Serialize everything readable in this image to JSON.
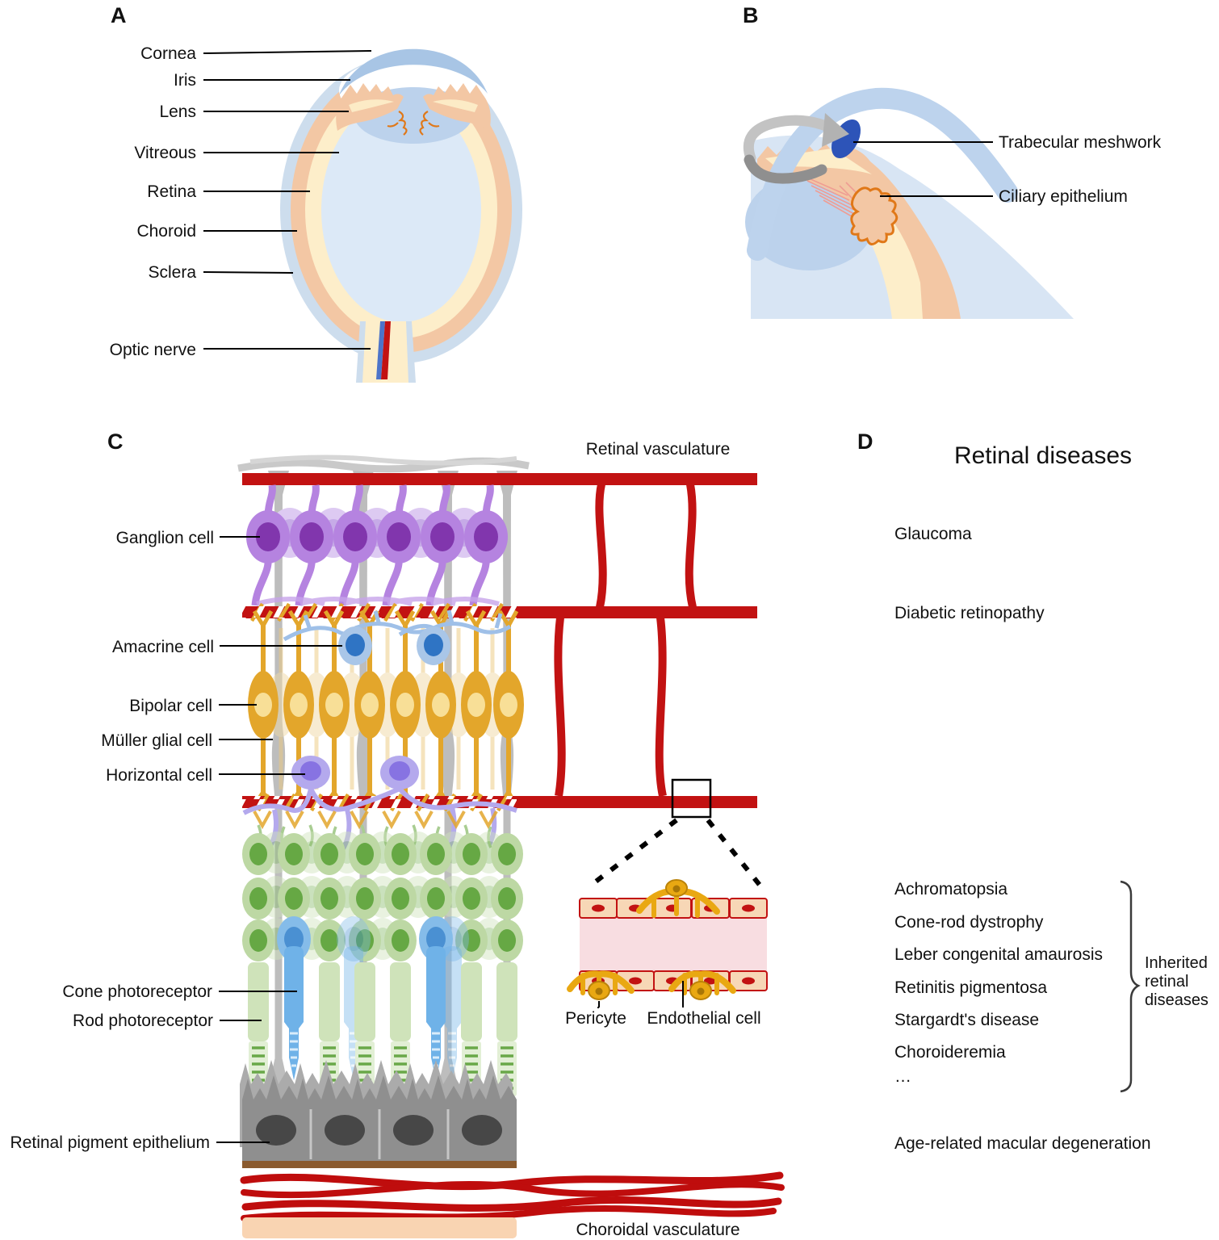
{
  "panels": {
    "a": {
      "letter": "A",
      "labels": {
        "cornea": "Cornea",
        "iris": "Iris",
        "lens": "Lens",
        "vitreous": "Vitreous",
        "retina": "Retina",
        "choroid": "Choroid",
        "sclera": "Sclera",
        "optic_nerve": "Optic nerve"
      }
    },
    "b": {
      "letter": "B",
      "labels": {
        "trabecular_meshwork": "Trabecular meshwork",
        "ciliary_epithelium": "Ciliary epithelium"
      }
    },
    "c": {
      "letter": "C",
      "labels": {
        "retinal_vasculature": "Retinal vasculature",
        "ganglion_cell": "Ganglion cell",
        "amacrine_cell": "Amacrine cell",
        "bipolar_cell": "Bipolar cell",
        "muller_glial_cell": "Müller glial cell",
        "horizontal_cell": "Horizontal cell",
        "cone_photoreceptor": "Cone photoreceptor",
        "rod_photoreceptor": "Rod photoreceptor",
        "retinal_pigment_epithelium": "Retinal pigment epithelium",
        "pericyte": "Pericyte",
        "endothelial_cell": "Endothelial cell",
        "choroidal_vasculature": "Choroidal vasculature"
      }
    },
    "d": {
      "letter": "D",
      "title": "Retinal diseases",
      "diseases": [
        "Glaucoma",
        "Diabetic retinopathy"
      ],
      "inherited_items": [
        "Achromatopsia",
        "Cone-rod dystrophy",
        "Leber congenital amaurosis",
        "Retinitis pigmentosa",
        "Stargardt's disease",
        "Choroideremia",
        "…"
      ],
      "inherited_group_label": "Inherited retinal diseases",
      "amd": "Age-related macular degeneration"
    }
  },
  "colors": {
    "vasculature_red": "#c21212",
    "sclera_blue": "#cddded",
    "choroid_peach": "#f3c7a4",
    "retina_cream": "#fdeeca",
    "vitreous_blue": "#dce9f7",
    "cornea_blue": "#a8c5e5",
    "lens_blue": "#bcd2ec",
    "trabecular_blue": "#2d54b8",
    "ciliary_orange": "#e07818",
    "flow_arrow_gray": "#9a9a9a",
    "ganglion_purple": "#b583e0",
    "ganglion_nucleus": "#8136ad",
    "amacrine_body": "#a9c6e8",
    "amacrine_nucleus": "#2f74c4",
    "bipolar_gold": "#e3a62b",
    "bipolar_nucleus": "#f8df97",
    "muller_gray": "#bdbdbd",
    "horizontal_lavender": "#b4a9ed",
    "photoreceptor_green": "#66a844",
    "photoreceptor_body": "#bdd8a4",
    "cone_blue": "#6fb2e8",
    "rpe_gray": "#8f8f8f",
    "bruchs_brown": "#8a5a2e",
    "pericyte_gold": "#e9a812",
    "endothelium_peach": "#f7d7b6",
    "lumen_pink": "#f8dde1"
  }
}
